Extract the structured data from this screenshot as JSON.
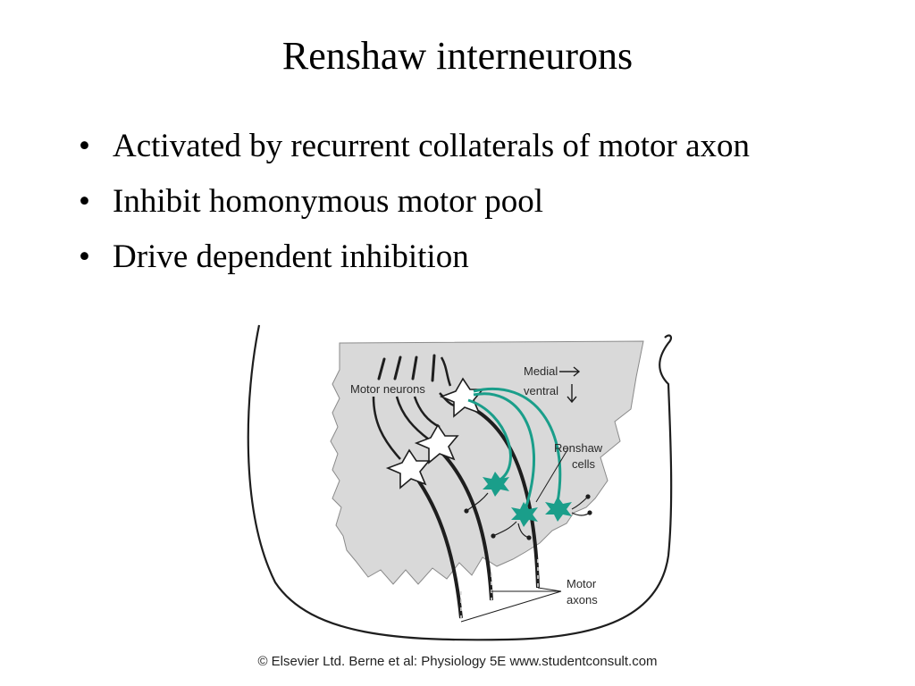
{
  "slide": {
    "title": "Renshaw interneurons",
    "bullets": [
      {
        "marker": "•",
        "text": "Activated by recurrent collaterals of motor axon"
      },
      {
        "marker": "•",
        "text": "Inhibit homonymous motor pool"
      },
      {
        "marker": "•",
        "text": "Drive dependent inhibition"
      }
    ]
  },
  "figure": {
    "labels": {
      "motor_neurons": "Motor neurons",
      "medial": "Medial",
      "ventral": "ventral",
      "renshaw_line1": "Renshaw",
      "renshaw_line2": "cells",
      "motor_axons_line1": "Motor",
      "motor_axons_line2": "axons"
    },
    "colors": {
      "gray_matter": "#d9d9d9",
      "renshaw": "#1a9e8a",
      "ink": "#1e1e1e"
    }
  },
  "credit": "© Elsevier Ltd. Berne et al: Physiology 5E www.studentconsult.com"
}
